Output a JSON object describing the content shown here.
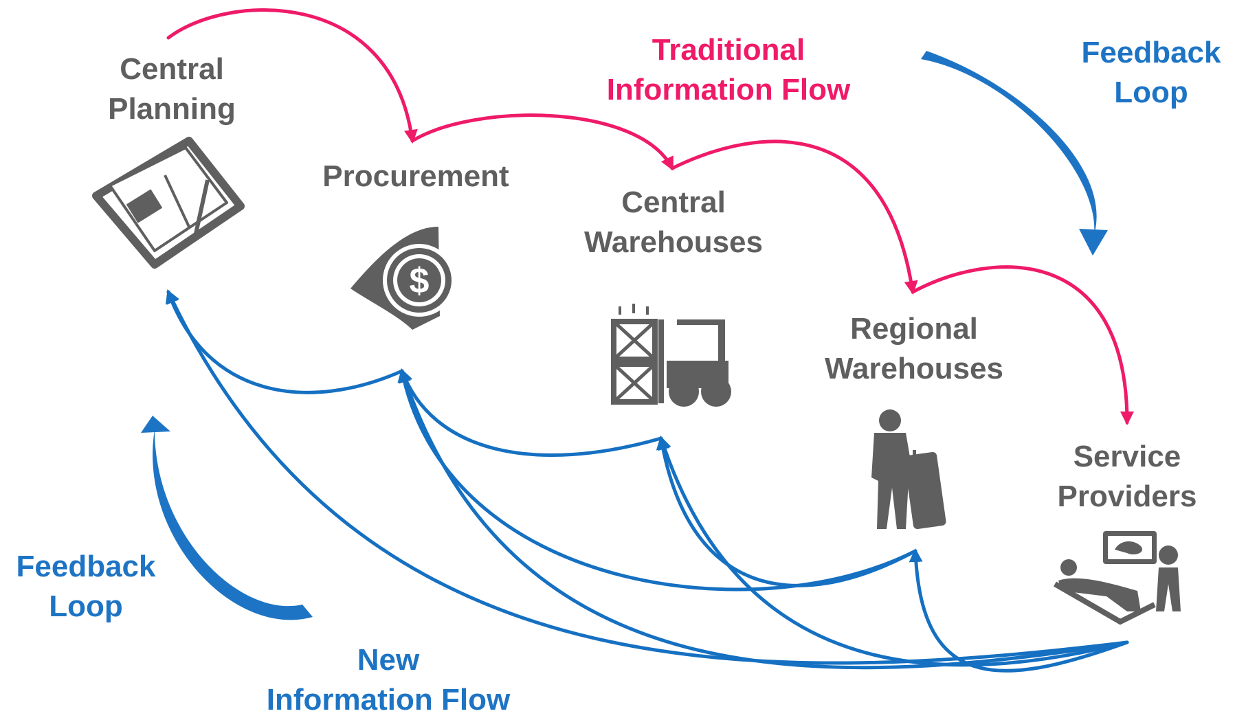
{
  "colors": {
    "traditional_flow": "#ef1a68",
    "new_flow": "#1570c2",
    "feedback": "#1e74c4",
    "node_icon": "#5f5f5f",
    "node_text": "#5f5f5f"
  },
  "nodes": {
    "central_planning": {
      "line1": "Central",
      "line2": "Planning",
      "icon": "planner-book-icon"
    },
    "procurement": {
      "line1": "Procurement",
      "icon": "money-dollar-icon"
    },
    "central_warehouses": {
      "line1": "Central",
      "line2": "Warehouses",
      "icon": "forklift-crates-icon"
    },
    "regional_warehouses": {
      "line1": "Regional",
      "line2": "Warehouses",
      "icon": "person-luggage-icon"
    },
    "service_providers": {
      "line1": "Service",
      "line2": "Providers",
      "icon": "patient-monitor-icon"
    }
  },
  "flows": {
    "traditional": {
      "line1": "Traditional",
      "line2": "Information Flow"
    },
    "new": {
      "line1": "New",
      "line2": "Information Flow"
    },
    "feedback_top": {
      "line1": "Feedback",
      "line2": "Loop"
    },
    "feedback_bottom": {
      "line1": "Feedback",
      "line2": "Loop"
    }
  }
}
